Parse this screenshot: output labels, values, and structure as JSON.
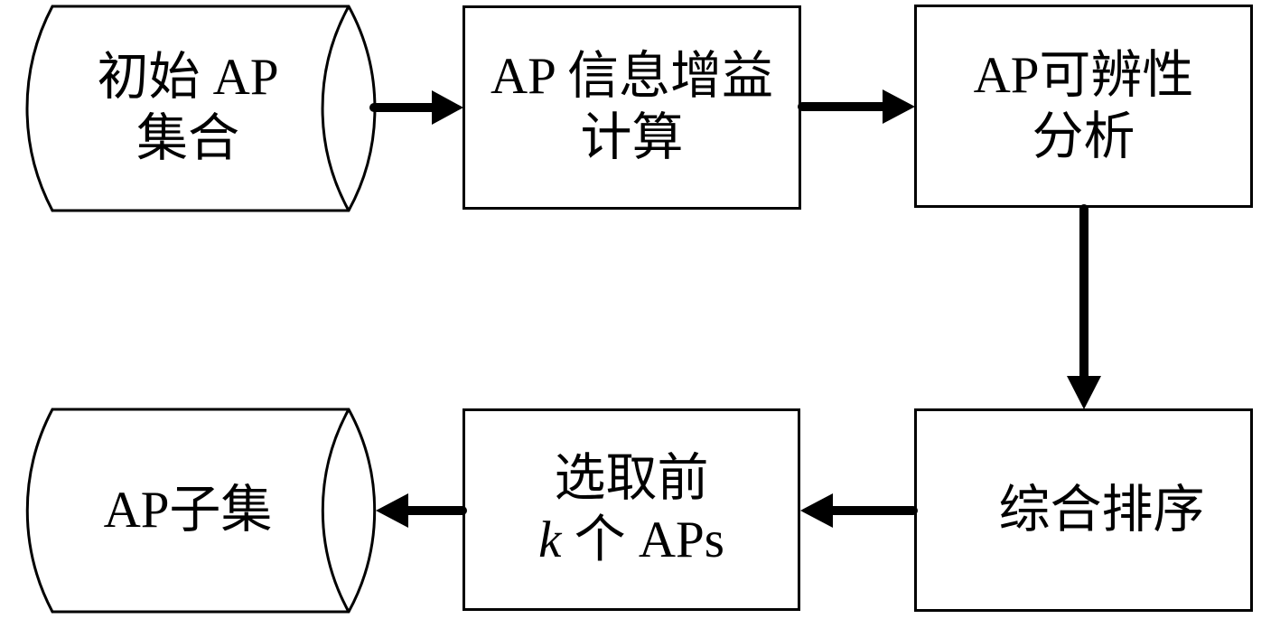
{
  "diagram": {
    "background_color": "#ffffff",
    "line_color": "#000000",
    "nodes": [
      {
        "id": "initial-ap-set",
        "type": "cylinder-datastore",
        "lines": [
          "初始 AP",
          "集合"
        ]
      },
      {
        "id": "info-gain-calculation",
        "type": "process",
        "lines": [
          "AP 信息增益",
          "计算"
        ]
      },
      {
        "id": "ap-discernibility",
        "type": "process",
        "lines": [
          "AP可辨性",
          "分析"
        ]
      },
      {
        "id": "comprehensive-ranking",
        "type": "process",
        "lines": [
          "综合排序"
        ]
      },
      {
        "id": "select-top-k",
        "type": "process",
        "line1": "选取前",
        "line2_italic": "k",
        "line2_rest": " 个 APs"
      },
      {
        "id": "ap-subset",
        "type": "cylinder-datastore",
        "lines": [
          "AP子集"
        ]
      }
    ],
    "edges": [
      {
        "from": "initial-ap-set",
        "to": "info-gain-calculation",
        "direction": "right"
      },
      {
        "from": "info-gain-calculation",
        "to": "ap-discernibility",
        "direction": "right"
      },
      {
        "from": "ap-discernibility",
        "to": "comprehensive-ranking",
        "direction": "down"
      },
      {
        "from": "comprehensive-ranking",
        "to": "select-top-k",
        "direction": "left"
      },
      {
        "from": "select-top-k",
        "to": "ap-subset",
        "direction": "left"
      }
    ]
  }
}
